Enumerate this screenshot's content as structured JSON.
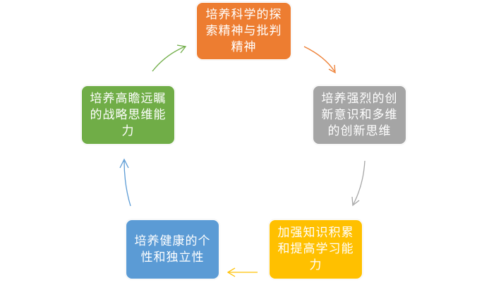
{
  "diagram": {
    "nodes": [
      {
        "id": "top",
        "label": "培养科学的探索精神与批判精神",
        "color": "#ED7D31"
      },
      {
        "id": "right",
        "label": "培养强烈的创新意识和多维的创新思维",
        "color": "#A5A5A5"
      },
      {
        "id": "bottom-right",
        "label": "加强知识积累和提高学习能力",
        "color": "#FFC000"
      },
      {
        "id": "bottom-left",
        "label": "培养健康的个性和独立性",
        "color": "#5B9BD5"
      },
      {
        "id": "left",
        "label": "培养高瞻远瞩的战略思维能力",
        "color": "#70AD47"
      }
    ],
    "cycle_order": [
      "top",
      "right",
      "bottom-right",
      "bottom-left",
      "left"
    ]
  }
}
